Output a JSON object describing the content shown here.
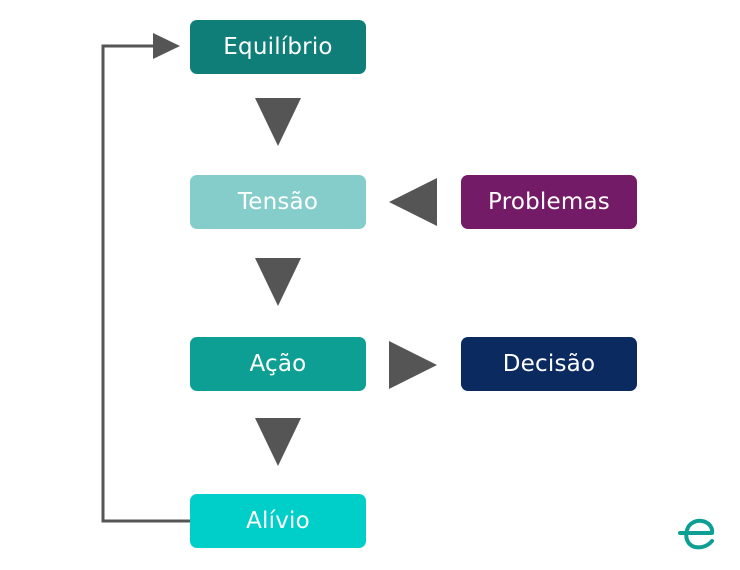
{
  "diagram": {
    "nodes": {
      "equilibrio": {
        "label": "Equilíbrio",
        "color": "#0f7e79"
      },
      "tensao": {
        "label": "Tensão",
        "color": "#84cdca"
      },
      "acao": {
        "label": "Ação",
        "color": "#0d9e94"
      },
      "alivio": {
        "label": "Alívio",
        "color": "#00cfc9"
      },
      "problemas": {
        "label": "Problemas",
        "color": "#741b68"
      },
      "decisao": {
        "label": "Decisão",
        "color": "#0b2a60"
      }
    },
    "arrow_color": "#555555",
    "feedback_line_color": "#555555"
  },
  "logo": {
    "icon": "e-logo-icon",
    "color": "#0d9e94"
  }
}
